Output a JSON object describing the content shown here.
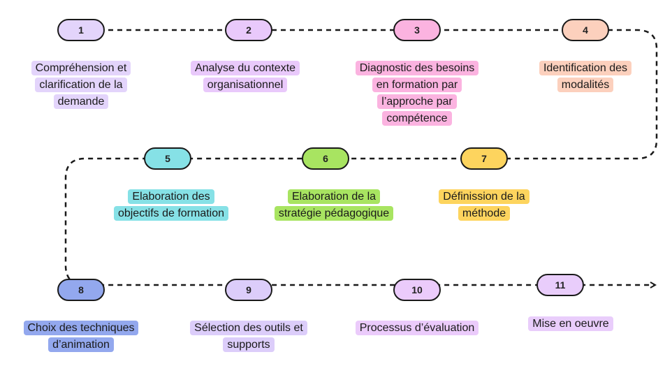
{
  "steps": [
    {
      "number": "1",
      "label": "Compréhension et clarification de la demande",
      "lines": [
        "Compréhension et",
        "clarification de la",
        "demande"
      ],
      "color": "#e3d4fb"
    },
    {
      "number": "2",
      "label": "Analyse du contexte organisationnel",
      "lines": [
        "Analyse du contexte",
        "organisationnel"
      ],
      "color": "#e9c9fb"
    },
    {
      "number": "3",
      "label": "Diagnostic des besoins en formation par l’approche par compétence",
      "lines": [
        "Diagnostic des besoins",
        "en formation par",
        "l’approche par",
        "compétence"
      ],
      "color": "#fbb3e0"
    },
    {
      "number": "4",
      "label": "Identification des modalités",
      "lines": [
        "Identification des",
        "modalités"
      ],
      "color": "#fcd0bd"
    },
    {
      "number": "5",
      "label": "Elaboration des objectifs de formation",
      "lines": [
        "Elaboration des",
        "objectifs de formation"
      ],
      "color": "#86e1e6"
    },
    {
      "number": "6",
      "label": "Elaboration de la stratégie pédagogique",
      "lines": [
        "Elaboration de la",
        "stratégie pédagogique"
      ],
      "color": "#a8e461"
    },
    {
      "number": "7",
      "label": "Définission de la méthode",
      "lines": [
        "Définission de la",
        "méthode"
      ],
      "color": "#fdd45e"
    },
    {
      "number": "8",
      "label": "Choix des techniques d’animation",
      "lines": [
        "Choix des techniques",
        "d’animation"
      ],
      "color": "#93a8ee"
    },
    {
      "number": "9",
      "label": "Sélection des outils et supports",
      "lines": [
        "Sélection des outils et",
        "supports"
      ],
      "color": "#dccdfa"
    },
    {
      "number": "10",
      "label": "Processus d’évaluation",
      "lines": [
        "Processus d’évaluation"
      ],
      "color": "#ebcbfb"
    },
    {
      "number": "11",
      "label": "Mise en oeuvre",
      "lines": [
        "Mise en oeuvre"
      ],
      "color": "#e9cdfb"
    }
  ]
}
